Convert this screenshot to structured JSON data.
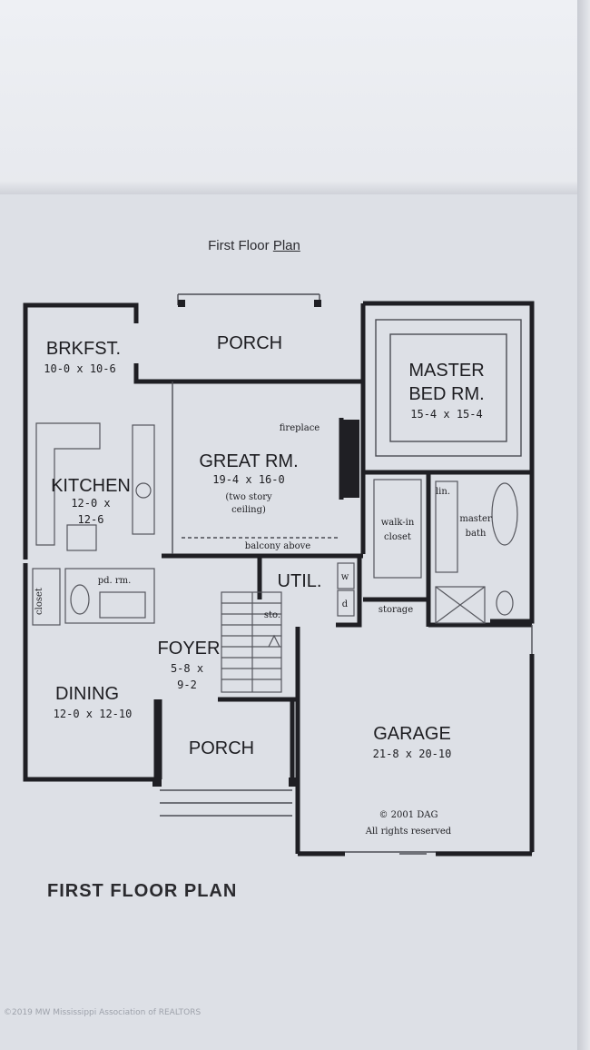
{
  "header": {
    "prefix": "First Floor",
    "plan_word": "Plan"
  },
  "footer_title": "FIRST FLOOR PLAN",
  "watermark": "©2019 MW Mississippi Association of REALTORS",
  "copyright": {
    "line1": "© 2001 DAG",
    "line2": "All rights reserved"
  },
  "rooms": {
    "porch_top": {
      "name": "PORCH"
    },
    "brkfst": {
      "name": "BRKFST.",
      "dims": "10-0 x 10-6"
    },
    "master": {
      "name1": "MASTER",
      "name2": "BED RM.",
      "dims": "15-4 x 15-4"
    },
    "great": {
      "name": "GREAT RM.",
      "dims": "19-4 x 16-0",
      "note1": "(two story",
      "note2": "ceiling)"
    },
    "kitchen": {
      "name": "KITCHEN",
      "dims1": "12-0 x",
      "dims2": "12-6"
    },
    "util": {
      "name": "UTIL."
    },
    "foyer": {
      "name": "FOYER",
      "dims1": "5-8 x",
      "dims2": "9-2"
    },
    "dining": {
      "name": "DINING",
      "dims": "12-0 x 12-10"
    },
    "porch_bottom": {
      "name": "PORCH"
    },
    "garage": {
      "name": "GARAGE",
      "dims": "21-8 x 20-10"
    }
  },
  "annotations": {
    "fireplace": "fireplace",
    "balcony": "balcony above",
    "walk_in_1": "walk-in",
    "walk_in_2": "closet",
    "master_bath_1": "master",
    "master_bath_2": "bath",
    "lin": "lin.",
    "pdr": "pd. rm.",
    "closet": "closet",
    "storage": "storage",
    "sto": "sto.",
    "w": "w",
    "d": "d"
  }
}
